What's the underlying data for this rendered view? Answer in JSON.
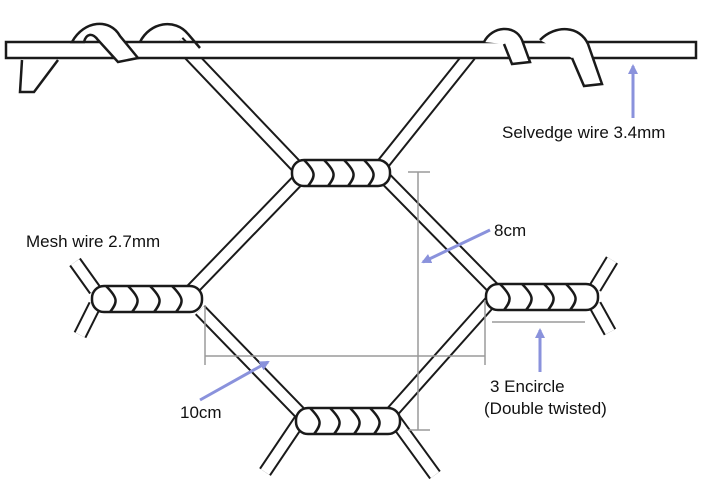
{
  "colors": {
    "wire_stroke": "#1a1a1a",
    "wire_fill": "#ffffff",
    "arrow": "#8a92dc",
    "dimension": "#9a9a9a"
  },
  "labels": {
    "selvedge": "Selvedge wire 3.4mm",
    "mesh": "Mesh wire 2.7mm",
    "height": "8cm",
    "width": "10cm",
    "twist_line1": "3 Encircle",
    "twist_line2": "(Double twisted)"
  }
}
